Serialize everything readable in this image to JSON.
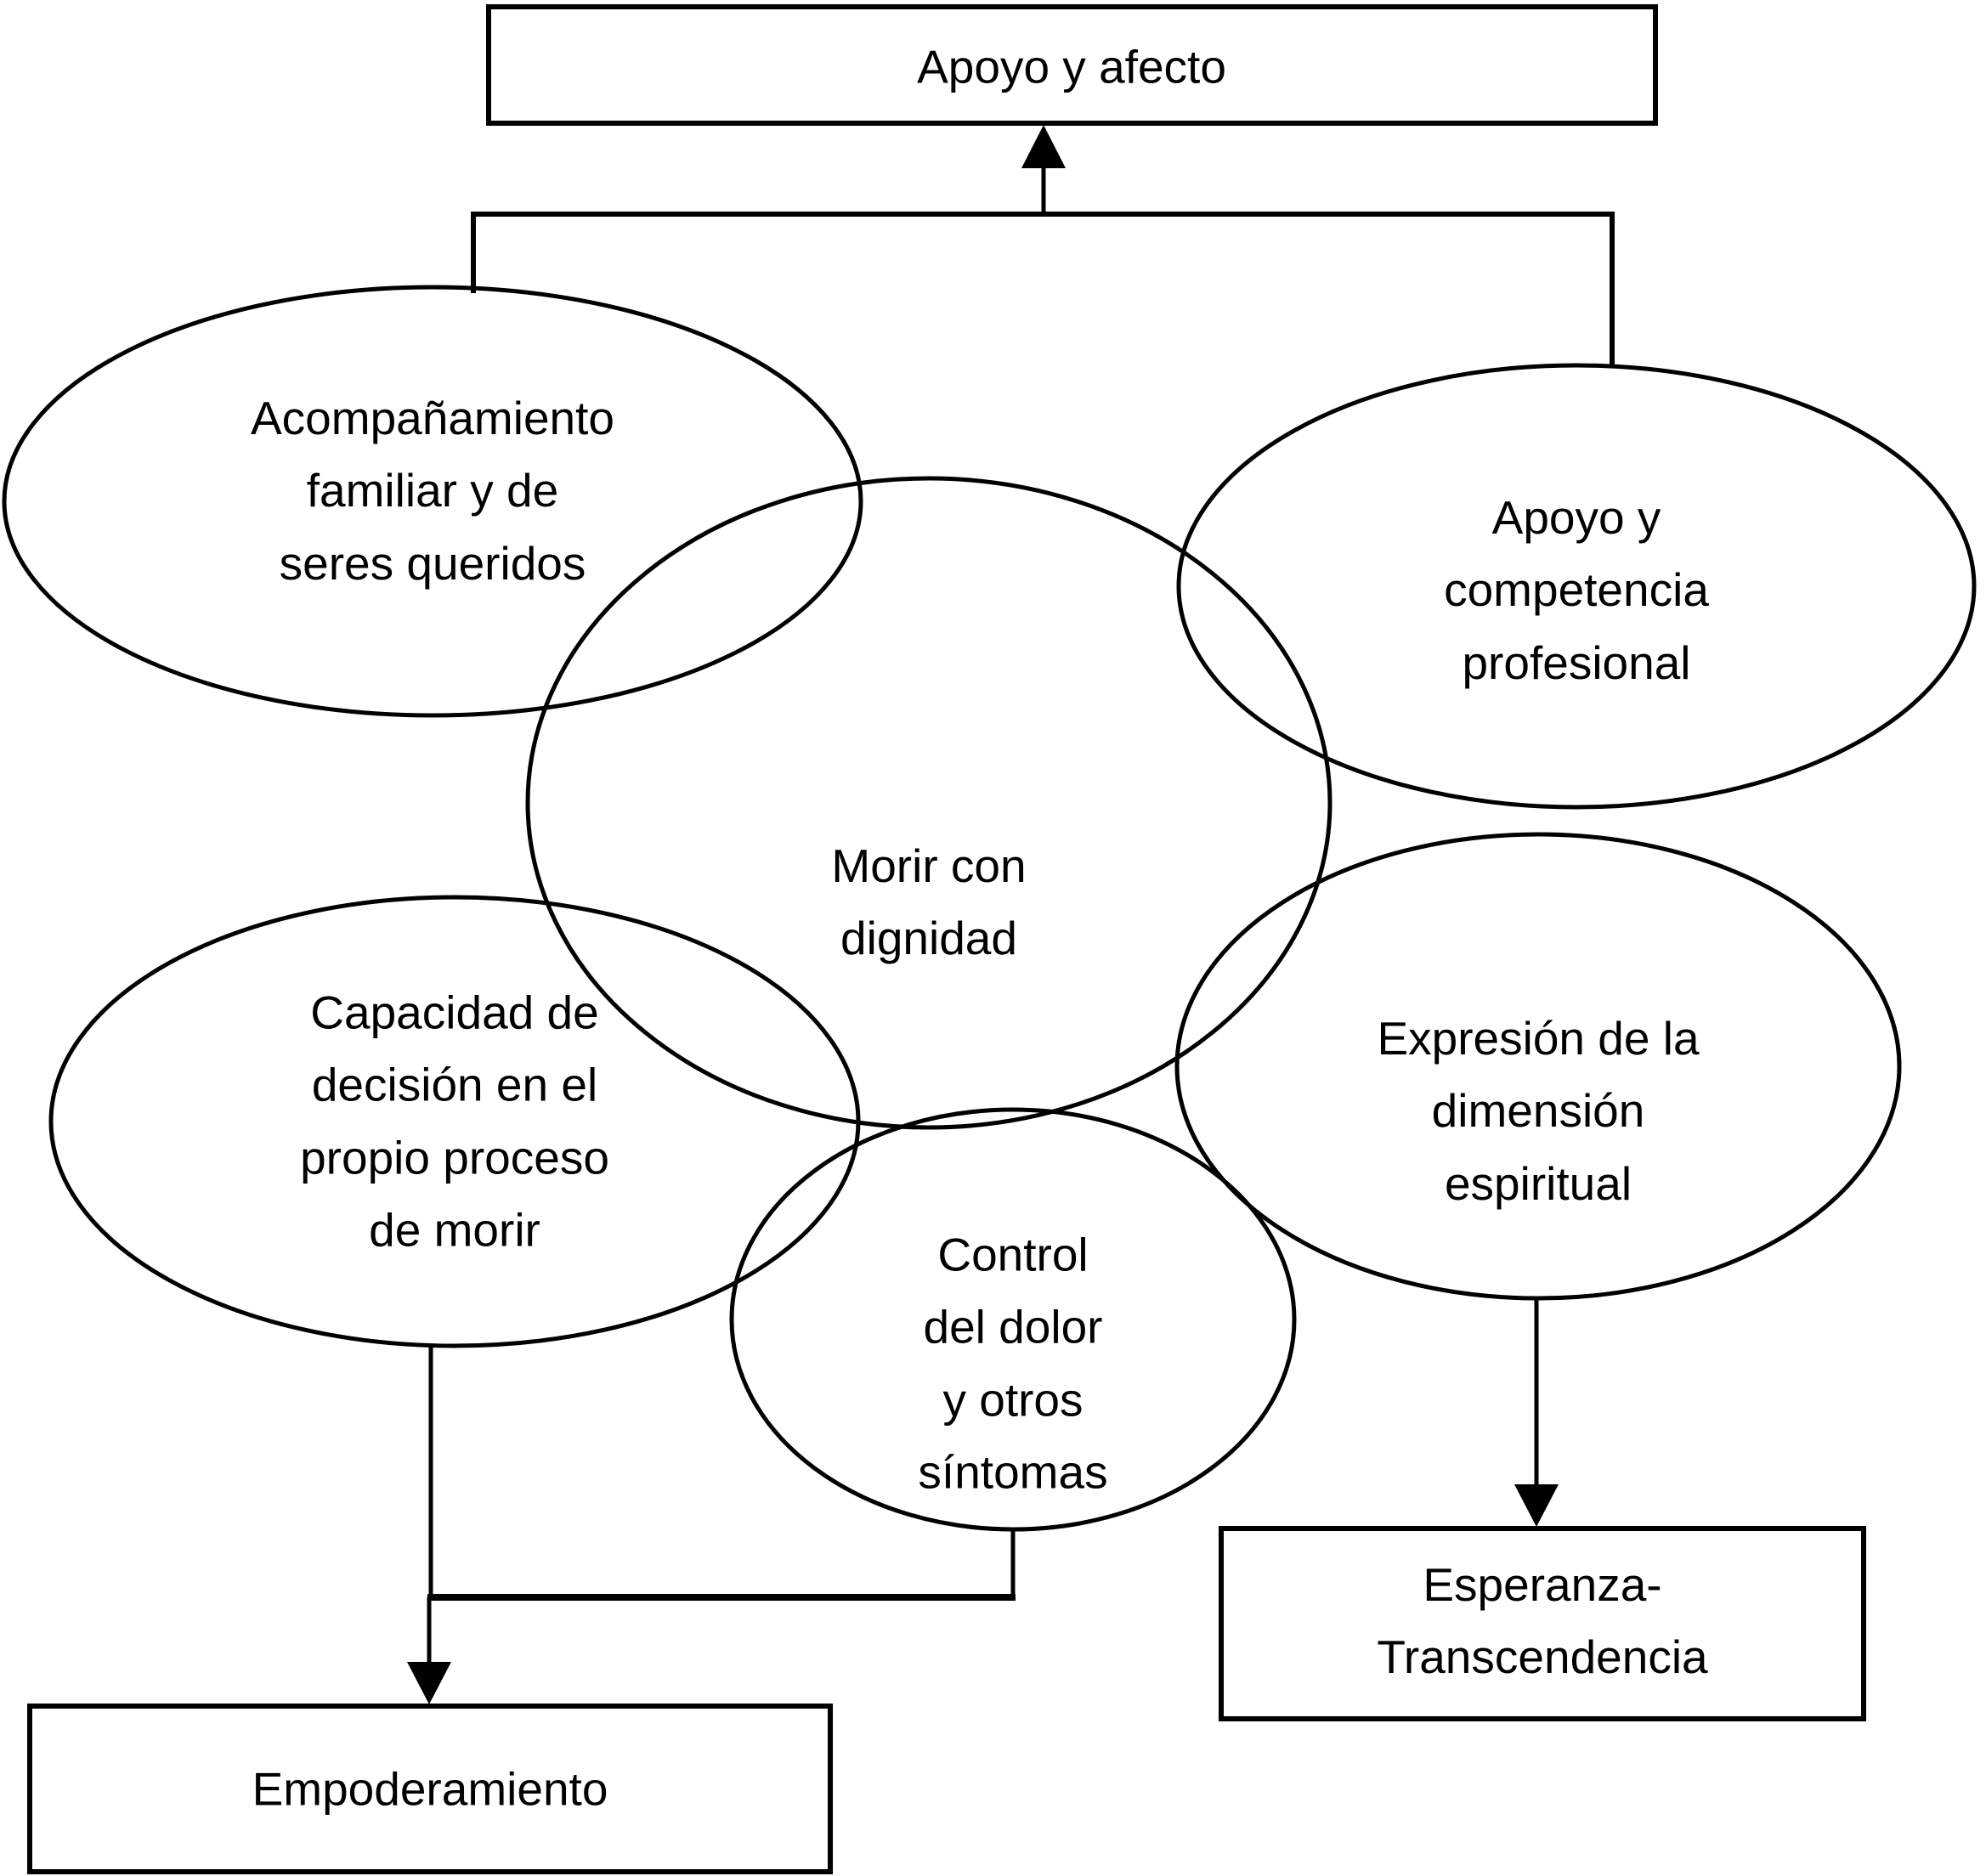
{
  "diagram": {
    "central_concept": "Morir con dignidad",
    "title_box": {
      "label": "Apoyo y afecto"
    },
    "nodes": {
      "acompanamiento": {
        "lines": [
          "Acompañamiento",
          "familiar y de",
          "seres queridos"
        ]
      },
      "apoyo_profesional": {
        "lines": [
          "Apoyo y",
          "competencia",
          "profesional"
        ]
      },
      "morir": {
        "lines": [
          "Morir con",
          "dignidad"
        ]
      },
      "capacidad": {
        "lines": [
          "Capacidad de",
          "decisión en el",
          "propio proceso",
          "de morir"
        ]
      },
      "expresion": {
        "lines": [
          "Expresión de la",
          "dimensión",
          "espiritual"
        ]
      },
      "control": {
        "lines": [
          "Control",
          "del dolor",
          "y otros",
          "síntomas"
        ]
      }
    },
    "outcome_boxes": {
      "esperanza": {
        "lines": [
          "Esperanza-",
          "Transcendencia"
        ]
      },
      "empoderamiento": {
        "label": "Empoderamiento"
      }
    },
    "relations": [
      "acompanamiento + apoyo_profesional -> Apoyo y afecto",
      "expresion -> Esperanza-Transcendencia",
      "capacidad + control -> Empoderamiento"
    ],
    "colors": {
      "stroke": "#000000",
      "background": "#ffffff",
      "text": "#000000"
    }
  }
}
